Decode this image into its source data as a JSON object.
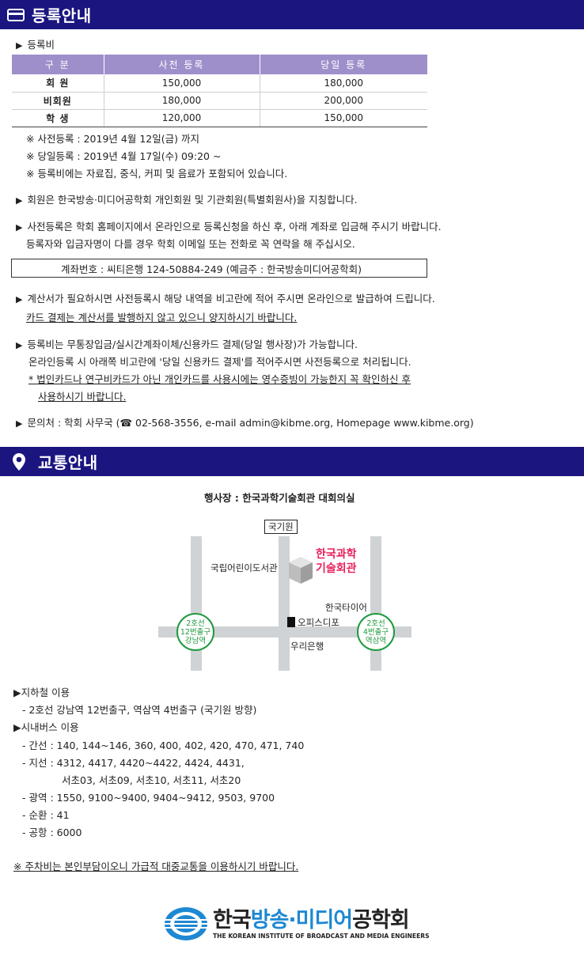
{
  "registration": {
    "title": "등록안내",
    "fee_label": "등록비",
    "table": {
      "headers": [
        "구  분",
        "사전 등록",
        "당일 등록"
      ],
      "rows": [
        [
          "회  원",
          "150,000",
          "180,000"
        ],
        [
          "비회원",
          "180,000",
          "200,000"
        ],
        [
          "학  생",
          "120,000",
          "150,000"
        ]
      ]
    },
    "notes": [
      "※ 사전등록 : 2019년 4월 12일(금) 까지",
      "※ 당일등록 : 2019년 4월 17일(수) 09:20 ~",
      "※ 등록비에는 자료집, 중식, 커피 및 음료가 포함되어 있습니다."
    ],
    "member_info": "회원은 한국방송·미디어공학회 개인회원 및 기관회원(특별회원사)을 지칭합니다.",
    "pre_reg_line1": "사전등록은 학회 홈페이지에서 온라인으로 등록신청을 하신 후, 아래 계좌로 입금해 주시기 바랍니다.",
    "pre_reg_line2": "등록자와 입금자명이 다를 경우 학회 이메일 또는 전화로 꼭 연락을 해 주십시오.",
    "account": "계좌번호 : 씨티은행 124-50884-249 (예금주 : 한국방송미디어공학회)",
    "invoice_line1": "계산서가 필요하시면 사전등록시 해당 내역을 비고란에 적어 주시면 온라인으로 발급하여 드립니다.",
    "invoice_line2": "카드 결제는 계산서를 발행하지 않고 있으니 양지하시기 바랍니다.",
    "payment_line1": "등록비는 무통장입금/실시간계좌이체/신용카드 결제(당일 행사장)가 가능합니다.",
    "payment_line2": "온라인등록 시 아래쪽 비고란에 '당일 신용카드 결제'를 적어주시면 사전등록으로 처리됩니다.",
    "payment_line3": "* 법인카드나 연구비카드가 아닌 개인카드를 사용시에는 영수증빙이 가능한지 꼭 확인하신 후",
    "payment_line4": "사용하시기 바랍니다.",
    "contact_prefix": "문의처 : 학회 사무국 (",
    "contact_rest": " 02-568-3556, e-mail admin@kibme.org, Homepage www.kibme.org)"
  },
  "transport": {
    "title": "교통안내",
    "venue": "행사장 : 한국과학기술회관 대회의실",
    "map": {
      "assembly": "국기원",
      "library": "국립어린이도서관",
      "venue_name_1": "한국과학",
      "venue_name_2": "기술회관",
      "tire": "한국타이어",
      "office": "오피스디포",
      "bank": "우리은행",
      "station_left": [
        "2호선",
        "12번출구",
        "강남역"
      ],
      "station_right": [
        "2호선",
        "4번출구",
        "역삼역"
      ]
    },
    "subway_title": "▶지하철 이용",
    "subway_line": "- 2호선 강남역 12번출구, 역삼역 4번출구 (국기원 방향)",
    "bus_title": "▶시내버스 이용",
    "bus_lines": [
      "- 간선 : 140, 144~146, 360, 400, 402, 420, 470, 471, 740",
      "- 지선 : 4312, 4417, 4420~4422, 4424, 4431,",
      "서초03, 서초09, 서초10, 서초11, 서초20",
      "- 광역 : 1550, 9100~9400, 9404~9412, 9503, 9700",
      "- 순환 : 41",
      "- 공항 : 6000"
    ],
    "parking_note": "※ 주차비는 본인부담이오니 가급적 대중교통을 이용하시기 바랍니다."
  },
  "logo": {
    "korean_a": "한국",
    "korean_b": "방송·미디어",
    "korean_c": "공학회",
    "english": "THE KOREAN INSTITUTE OF BROADCAST AND MEDIA ENGINEERS"
  },
  "colors": {
    "header_bg": "#1b1580",
    "table_header": "#9e8fca",
    "venue_red": "#e8205a",
    "subway_green": "#1f9a3d",
    "logo_blue": "#1e88d2"
  }
}
